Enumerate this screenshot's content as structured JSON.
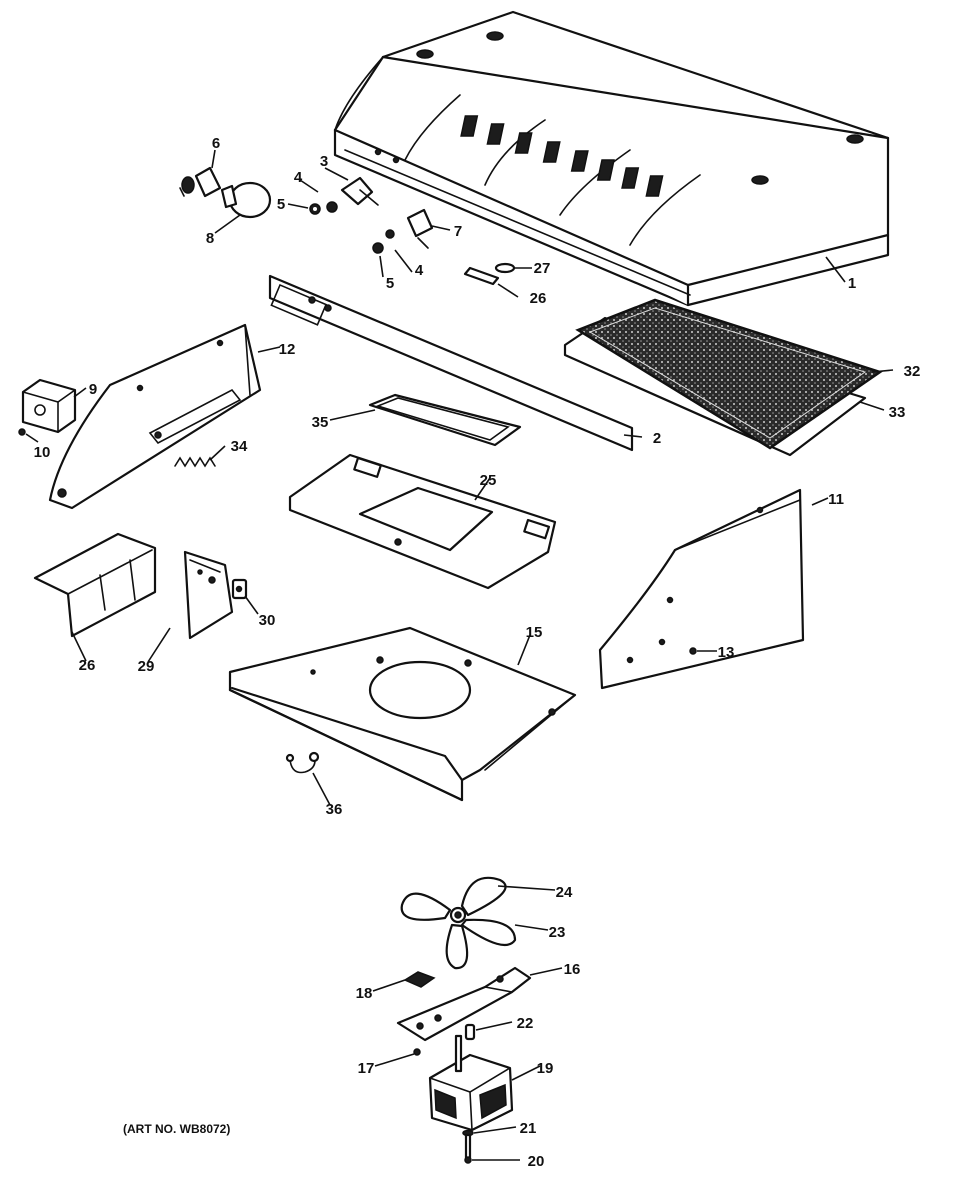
{
  "art_number": "(ART NO. WB8072)",
  "callouts": {
    "c1": "1",
    "c2": "2",
    "c3": "3",
    "c4a": "4",
    "c4b": "4",
    "c5a": "5",
    "c5b": "5",
    "c6": "6",
    "c7": "7",
    "c8": "8",
    "c9": "9",
    "c10": "10",
    "c11": "11",
    "c12": "12",
    "c13": "13",
    "c15": "15",
    "c16": "16",
    "c17": "17",
    "c18": "18",
    "c19": "19",
    "c20": "20",
    "c21": "21",
    "c22": "22",
    "c23": "23",
    "c24": "24",
    "c25": "25",
    "c26a": "26",
    "c26b": "26",
    "c27": "27",
    "c29": "29",
    "c30": "30",
    "c32": "32",
    "c33": "33",
    "c34": "34",
    "c35": "35",
    "c36": "36"
  }
}
